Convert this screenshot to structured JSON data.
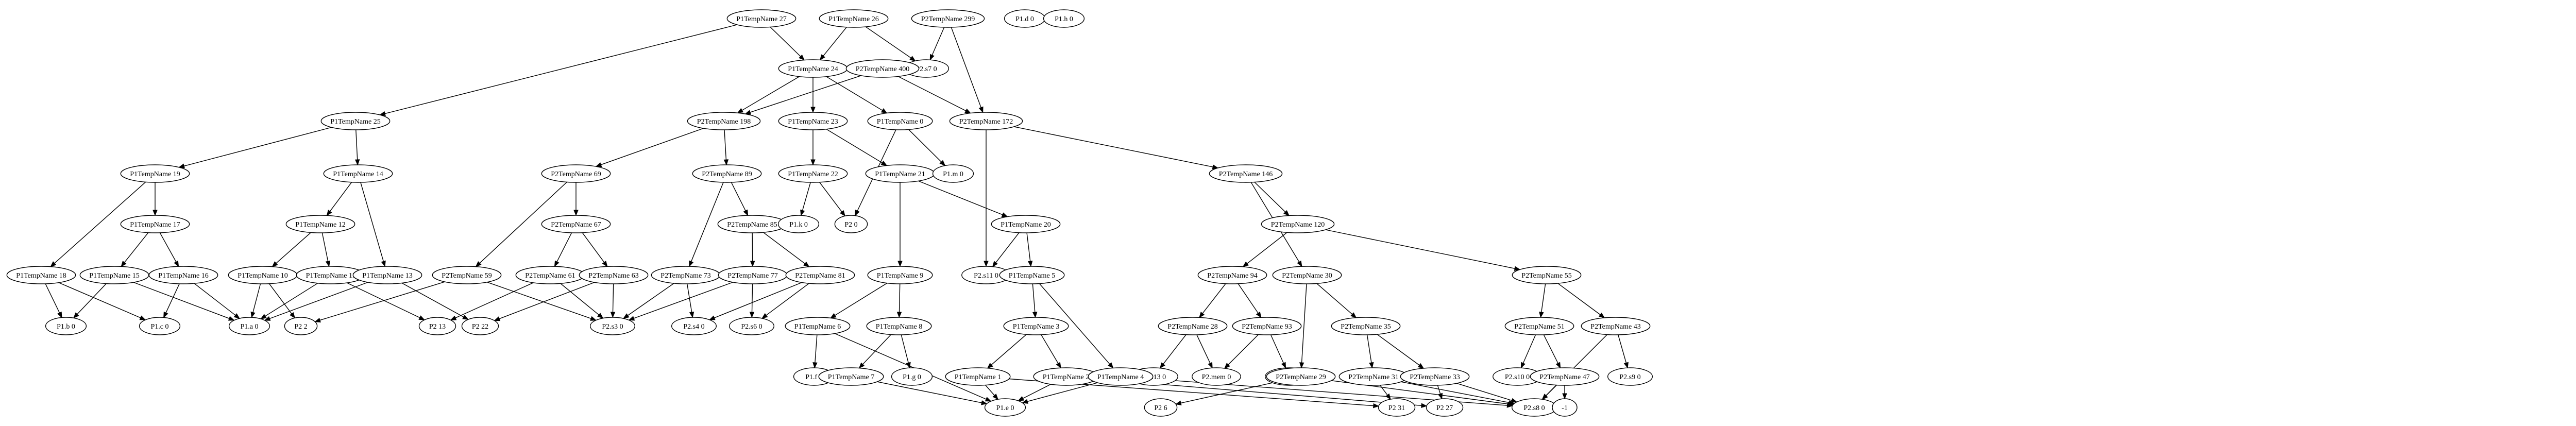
{
  "graph": {
    "nodes": [
      {
        "id": "P1TempName27",
        "label": "P1TempName 27"
      },
      {
        "id": "P1TempName26",
        "label": "P1TempName 26"
      },
      {
        "id": "P2TempName299",
        "label": "P2TempName 299"
      },
      {
        "id": "P1d0",
        "label": "P1.d 0"
      },
      {
        "id": "P1h0",
        "label": "P1.h 0"
      },
      {
        "id": "P1TempName24",
        "label": "P1TempName 24"
      },
      {
        "id": "P2s70",
        "label": "P2.s7 0"
      },
      {
        "id": "P2TempName400",
        "label": "P2TempName 400"
      },
      {
        "id": "P1TempName25",
        "label": "P1TempName 25"
      },
      {
        "id": "P2TempName198",
        "label": "P2TempName 198"
      },
      {
        "id": "P1TempName23",
        "label": "P1TempName 23"
      },
      {
        "id": "P1TempName0",
        "label": "P1TempName 0"
      },
      {
        "id": "P2TempName172",
        "label": "P2TempName 172"
      },
      {
        "id": "P1TempName19",
        "label": "P1TempName 19"
      },
      {
        "id": "P1TempName14",
        "label": "P1TempName 14"
      },
      {
        "id": "P2TempName69",
        "label": "P2TempName 69"
      },
      {
        "id": "P2TempName89",
        "label": "P2TempName 89"
      },
      {
        "id": "P1TempName22",
        "label": "P1TempName 22"
      },
      {
        "id": "P1TempName21",
        "label": "P1TempName 21"
      },
      {
        "id": "P1m0",
        "label": "P1.m 0"
      },
      {
        "id": "P2TempName146",
        "label": "P2TempName 146"
      },
      {
        "id": "P1TempName17",
        "label": "P1TempName 17"
      },
      {
        "id": "P1TempName12",
        "label": "P1TempName 12"
      },
      {
        "id": "P2TempName67",
        "label": "P2TempName 67"
      },
      {
        "id": "P2TempName85",
        "label": "P2TempName 85"
      },
      {
        "id": "P1k0",
        "label": "P1.k 0"
      },
      {
        "id": "P20",
        "label": "P2 0"
      },
      {
        "id": "P1TempName20",
        "label": "P1TempName 20"
      },
      {
        "id": "P2TempName120",
        "label": "P2TempName 120"
      },
      {
        "id": "P2s110",
        "label": "P2.s11 0"
      },
      {
        "id": "P1TempName18",
        "label": "P1TempName 18"
      },
      {
        "id": "P1TempName15",
        "label": "P1TempName 15"
      },
      {
        "id": "P1TempName16",
        "label": "P1TempName 16"
      },
      {
        "id": "P1TempName10",
        "label": "P1TempName 10"
      },
      {
        "id": "P1TempName11",
        "label": "P1TempName 11"
      },
      {
        "id": "P1TempName13",
        "label": "P1TempName 13"
      },
      {
        "id": "P2TempName59",
        "label": "P2TempName 59"
      },
      {
        "id": "P2TempName61",
        "label": "P2TempName 61"
      },
      {
        "id": "P2TempName63",
        "label": "P2TempName 63"
      },
      {
        "id": "P2TempName73",
        "label": "P2TempName 73"
      },
      {
        "id": "P2TempName77",
        "label": "P2TempName 77"
      },
      {
        "id": "P2TempName81",
        "label": "P2TempName 81"
      },
      {
        "id": "P1TempName9",
        "label": "P1TempName 9"
      },
      {
        "id": "P1TempName5",
        "label": "P1TempName 5"
      },
      {
        "id": "P2TempName94",
        "label": "P2TempName 94"
      },
      {
        "id": "P2TempName30",
        "label": "P2TempName 30"
      },
      {
        "id": "P2TempName55",
        "label": "P2TempName 55"
      },
      {
        "id": "P1b0",
        "label": "P1.b 0"
      },
      {
        "id": "P1c0",
        "label": "P1.c 0"
      },
      {
        "id": "P1a0",
        "label": "P1.a 0"
      },
      {
        "id": "P22",
        "label": "P2 2"
      },
      {
        "id": "P213",
        "label": "P2 13"
      },
      {
        "id": "P222",
        "label": "P2 22"
      },
      {
        "id": "P2s30",
        "label": "P2.s3 0"
      },
      {
        "id": "P2s40",
        "label": "P2.s4 0"
      },
      {
        "id": "P2s60",
        "label": "P2.s6 0"
      },
      {
        "id": "P1TempName6",
        "label": "P1TempName 6"
      },
      {
        "id": "P1TempName8",
        "label": "P1TempName 8"
      },
      {
        "id": "P1TempName3",
        "label": "P1TempName 3"
      },
      {
        "id": "P2TempName28",
        "label": "P2TempName 28"
      },
      {
        "id": "P2TempName93",
        "label": "P2TempName 93"
      },
      {
        "id": "P2TempName35",
        "label": "P2TempName 35"
      },
      {
        "id": "P2TempName51",
        "label": "P2TempName 51"
      },
      {
        "id": "P2TempName43",
        "label": "P2TempName 43"
      },
      {
        "id": "P1f0",
        "label": "P1.f 0"
      },
      {
        "id": "P1g0",
        "label": "P1.g 0"
      },
      {
        "id": "P2s130",
        "label": "P2.s13 0"
      },
      {
        "id": "P2mem0",
        "label": "P2.mem 0"
      },
      {
        "id": "P2s120",
        "label": "P2.s12 0"
      },
      {
        "id": "P2s100",
        "label": "P2.s10 0"
      },
      {
        "id": "P2s90",
        "label": "P2.s9 0"
      },
      {
        "id": "P1TempName7",
        "label": "P1TempName 7"
      },
      {
        "id": "P1TempName1",
        "label": "P1TempName 1"
      },
      {
        "id": "P1TempName2",
        "label": "P1TempName 2"
      },
      {
        "id": "P1TempName4",
        "label": "P1TempName 4"
      },
      {
        "id": "P2TempName29",
        "label": "P2TempName 29"
      },
      {
        "id": "P2TempName31",
        "label": "P2TempName 31"
      },
      {
        "id": "P2TempName33",
        "label": "P2TempName 33"
      },
      {
        "id": "P2TempName47",
        "label": "P2TempName 47"
      },
      {
        "id": "P1e0",
        "label": "P1.e 0"
      },
      {
        "id": "P26",
        "label": "P2 6"
      },
      {
        "id": "P231",
        "label": "P2 31"
      },
      {
        "id": "P227",
        "label": "P2 27"
      },
      {
        "id": "P2s80",
        "label": "P2.s8 0"
      },
      {
        "id": "neg1",
        "label": "-1"
      }
    ],
    "edges": [
      [
        "P1TempName27",
        "P1TempName24"
      ],
      [
        "P1TempName27",
        "P1TempName25"
      ],
      [
        "P1TempName26",
        "P1TempName24"
      ],
      [
        "P1TempName26",
        "P2s70"
      ],
      [
        "P2TempName299",
        "P2s70"
      ],
      [
        "P2TempName299",
        "P2TempName172"
      ],
      [
        "P1TempName24",
        "P2TempName198"
      ],
      [
        "P1TempName24",
        "P1TempName23"
      ],
      [
        "P1TempName24",
        "P1TempName0"
      ],
      [
        "P2TempName400",
        "P2TempName198"
      ],
      [
        "P2TempName400",
        "P2TempName172"
      ],
      [
        "P1TempName25",
        "P1TempName19"
      ],
      [
        "P1TempName25",
        "P1TempName14"
      ],
      [
        "P2TempName198",
        "P2TempName69"
      ],
      [
        "P2TempName198",
        "P2TempName89"
      ],
      [
        "P1TempName23",
        "P1TempName22"
      ],
      [
        "P1TempName23",
        "P1TempName21"
      ],
      [
        "P1TempName0",
        "P20"
      ],
      [
        "P1TempName0",
        "P1m0"
      ],
      [
        "P2TempName172",
        "P2TempName146"
      ],
      [
        "P2TempName172",
        "P2s110"
      ],
      [
        "P1TempName19",
        "P1TempName18"
      ],
      [
        "P1TempName19",
        "P1TempName17"
      ],
      [
        "P1TempName14",
        "P1TempName12"
      ],
      [
        "P1TempName14",
        "P1TempName13"
      ],
      [
        "P2TempName69",
        "P2TempName59"
      ],
      [
        "P2TempName69",
        "P2TempName67"
      ],
      [
        "P2TempName89",
        "P2TempName73"
      ],
      [
        "P2TempName89",
        "P2TempName85"
      ],
      [
        "P1TempName22",
        "P1k0"
      ],
      [
        "P1TempName22",
        "P20"
      ],
      [
        "P1TempName21",
        "P1TempName9"
      ],
      [
        "P1TempName21",
        "P1TempName20"
      ],
      [
        "P2TempName146",
        "P2TempName120"
      ],
      [
        "P2TempName146",
        "P2TempName30"
      ],
      [
        "P1TempName17",
        "P1TempName15"
      ],
      [
        "P1TempName17",
        "P1TempName16"
      ],
      [
        "P1TempName12",
        "P1TempName10"
      ],
      [
        "P1TempName12",
        "P1TempName11"
      ],
      [
        "P2TempName67",
        "P2TempName61"
      ],
      [
        "P2TempName67",
        "P2TempName63"
      ],
      [
        "P2TempName85",
        "P2TempName77"
      ],
      [
        "P2TempName85",
        "P2TempName81"
      ],
      [
        "P1TempName20",
        "P2s110"
      ],
      [
        "P1TempName20",
        "P1TempName5"
      ],
      [
        "P2TempName120",
        "P2TempName94"
      ],
      [
        "P2TempName120",
        "P2TempName55"
      ],
      [
        "P1TempName18",
        "P1b0"
      ],
      [
        "P1TempName18",
        "P1c0"
      ],
      [
        "P1TempName15",
        "P1b0"
      ],
      [
        "P1TempName15",
        "P1a0"
      ],
      [
        "P1TempName16",
        "P1c0"
      ],
      [
        "P1TempName16",
        "P1a0"
      ],
      [
        "P1TempName10",
        "P1a0"
      ],
      [
        "P1TempName10",
        "P22"
      ],
      [
        "P1TempName11",
        "P1a0"
      ],
      [
        "P1TempName11",
        "P213"
      ],
      [
        "P1TempName13",
        "P1a0"
      ],
      [
        "P1TempName13",
        "P222"
      ],
      [
        "P2TempName59",
        "P22"
      ],
      [
        "P2TempName59",
        "P2s30"
      ],
      [
        "P2TempName61",
        "P213"
      ],
      [
        "P2TempName61",
        "P2s30"
      ],
      [
        "P2TempName63",
        "P222"
      ],
      [
        "P2TempName63",
        "P2s30"
      ],
      [
        "P2TempName73",
        "P2s30"
      ],
      [
        "P2TempName73",
        "P2s40"
      ],
      [
        "P2TempName77",
        "P2s30"
      ],
      [
        "P2TempName77",
        "P2s60"
      ],
      [
        "P2TempName81",
        "P2s40"
      ],
      [
        "P2TempName81",
        "P2s60"
      ],
      [
        "P1TempName9",
        "P1TempName6"
      ],
      [
        "P1TempName9",
        "P1TempName8"
      ],
      [
        "P1TempName5",
        "P1TempName3"
      ],
      [
        "P1TempName5",
        "P1TempName4"
      ],
      [
        "P2TempName94",
        "P2TempName28"
      ],
      [
        "P2TempName94",
        "P2TempName93"
      ],
      [
        "P2TempName30",
        "P2TempName29"
      ],
      [
        "P2TempName30",
        "P2TempName35"
      ],
      [
        "P2TempName55",
        "P2TempName51"
      ],
      [
        "P2TempName55",
        "P2TempName43"
      ],
      [
        "P1TempName6",
        "P1f0"
      ],
      [
        "P1TempName6",
        "P1e0"
      ],
      [
        "P1TempName8",
        "P1TempName7"
      ],
      [
        "P1TempName8",
        "P1g0"
      ],
      [
        "P1TempName3",
        "P1TempName1"
      ],
      [
        "P1TempName3",
        "P1TempName2"
      ],
      [
        "P2TempName28",
        "P2s130"
      ],
      [
        "P2TempName28",
        "P2mem0"
      ],
      [
        "P2TempName93",
        "P2mem0"
      ],
      [
        "P2TempName93",
        "P2s120"
      ],
      [
        "P2TempName35",
        "P2TempName31"
      ],
      [
        "P2TempName35",
        "P2TempName33"
      ],
      [
        "P2TempName51",
        "P2s100"
      ],
      [
        "P2TempName51",
        "P2TempName47"
      ],
      [
        "P2TempName43",
        "P2s90"
      ],
      [
        "P2TempName43",
        "P2s80"
      ],
      [
        "P1TempName7",
        "P1e0"
      ],
      [
        "P1TempName1",
        "P1e0"
      ],
      [
        "P1TempName1",
        "P231"
      ],
      [
        "P1TempName2",
        "P1e0"
      ],
      [
        "P1TempName2",
        "P227"
      ],
      [
        "P1TempName4",
        "P1e0"
      ],
      [
        "P1TempName4",
        "P2s80"
      ],
      [
        "P2TempName29",
        "P26"
      ],
      [
        "P2TempName29",
        "P2s80"
      ],
      [
        "P2TempName31",
        "P231"
      ],
      [
        "P2TempName31",
        "P2s80"
      ],
      [
        "P2TempName33",
        "P227"
      ],
      [
        "P2TempName33",
        "P2s80"
      ],
      [
        "P2TempName47",
        "P2s80"
      ],
      [
        "P2TempName47",
        "neg1"
      ]
    ]
  }
}
